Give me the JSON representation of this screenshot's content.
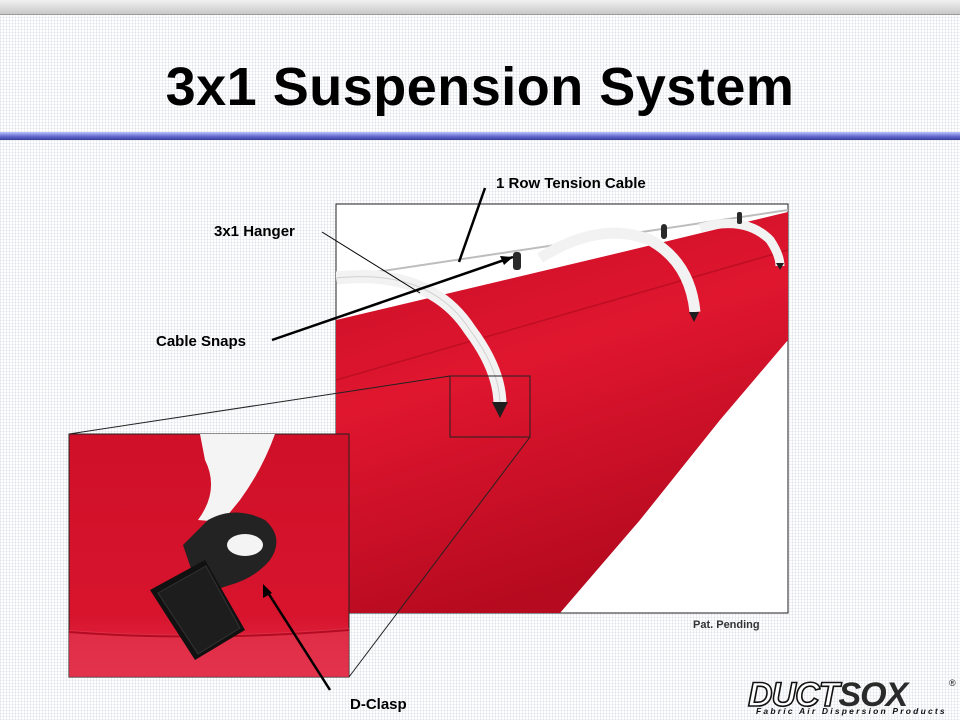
{
  "slide": {
    "title": "3x1 Suspension System",
    "labels": {
      "tension_cable": "1 Row Tension Cable",
      "hanger": "3x1 Hanger",
      "cable_snaps": "Cable Snaps",
      "d_clasp": "D-Clasp"
    },
    "patent": "Pat. Pending"
  },
  "logo": {
    "brand_a": "DUCT",
    "brand_b": "SOX",
    "reg": "®",
    "tagline": "Fabric Air Dispersion Products"
  },
  "colors": {
    "duct_fabric": "#d4112a",
    "title_rule": "#5d63c9",
    "hanger": "#f2f2f2"
  }
}
